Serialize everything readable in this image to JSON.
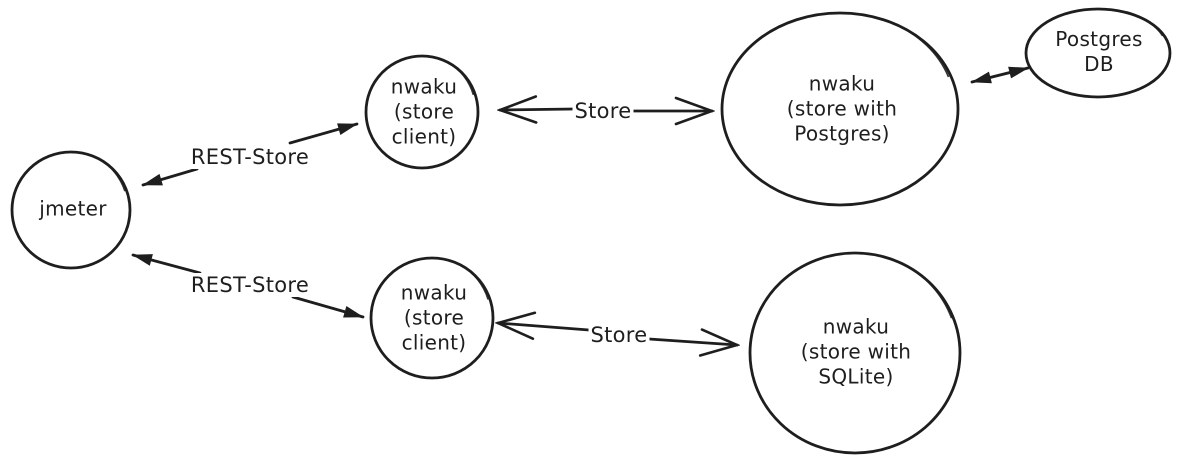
{
  "diagram": {
    "colors": {
      "stroke": "#1e1e1e",
      "background": "#ffffff"
    },
    "nodes": {
      "jmeter": {
        "label": "jmeter"
      },
      "client_top": {
        "label": "nwaku\n(store\nclient)"
      },
      "store_postgres": {
        "label": "nwaku\n(store with\nPostgres)"
      },
      "postgres_db": {
        "label": "Postgres\nDB"
      },
      "client_bottom": {
        "label": "nwaku\n(store\nclient)"
      },
      "store_sqlite": {
        "label": "nwaku\n(store with\nSQLite)"
      }
    },
    "edges": {
      "rest_store_top": {
        "label": "REST-Store"
      },
      "store_top": {
        "label": "Store"
      },
      "rest_store_bottom": {
        "label": "REST-Store"
      },
      "store_bottom": {
        "label": "Store"
      }
    }
  }
}
